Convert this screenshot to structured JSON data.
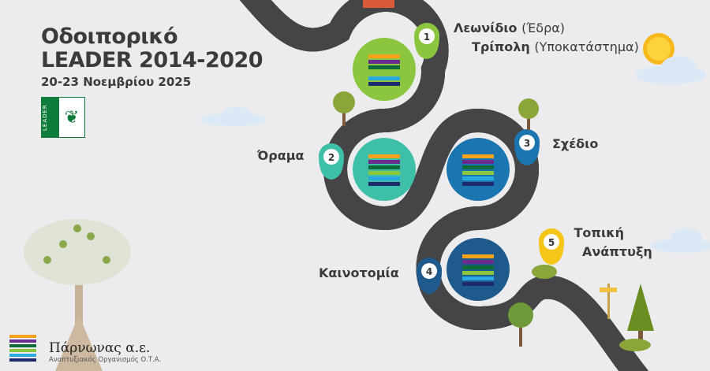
{
  "header": {
    "title_line1": "Οδοιπορικό",
    "title_line2": "LEADER 2014-2020",
    "date": "20-23 Νοεμβρίου 2025",
    "logo_text": "LEADER"
  },
  "stops": [
    {
      "number": "1",
      "label_bold": "Λεωνίδιο",
      "label_normal": "(Έδρα)",
      "label2_bold": "Τρίπολη",
      "label2_normal": "(Υποκατάστημα)",
      "color": "#8cc63f"
    },
    {
      "number": "2",
      "label": "Όραμα",
      "color": "#3dbfa8"
    },
    {
      "number": "3",
      "label": "Σχέδιο",
      "color": "#1b75b1"
    },
    {
      "number": "4",
      "label": "Καινοτομία",
      "color": "#1e5a8c"
    },
    {
      "number": "5",
      "label_line1": "Τοπική",
      "label_line2": "Ανάπτυξη",
      "color": "#f5c518"
    }
  ],
  "footer": {
    "org_name": "Πάρνωνας α.ε.",
    "org_subtitle": "Αναπτυξιακός Οργανισμός Ο.Τ.Α."
  }
}
